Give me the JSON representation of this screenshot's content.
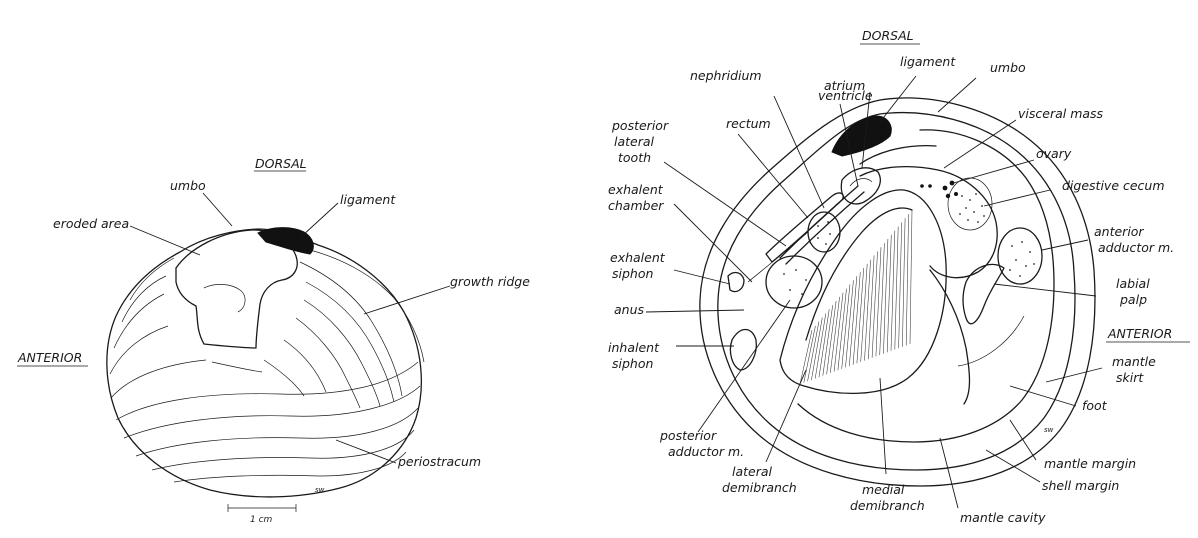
{
  "external_view": {
    "orientation_top": "DORSAL",
    "orientation_side": "ANTERIOR",
    "scale_label": "1 cm",
    "artist_mark": "sw",
    "labels": {
      "umbo": "umbo",
      "ligament": "ligament",
      "eroded_area": "eroded area",
      "growth_ridge": "growth ridge",
      "periostracum": "periostracum"
    }
  },
  "internal_view": {
    "orientation_top": "DORSAL",
    "orientation_side": "ANTERIOR",
    "artist_mark": "sw",
    "labels": {
      "nephridium": "nephridium",
      "atrium": "atrium",
      "ligament": "ligament",
      "umbo": "umbo",
      "ventricle": "ventricle",
      "rectum": "rectum",
      "visceral_mass": "visceral mass",
      "posterior_lateral_tooth_1": "posterior",
      "posterior_lateral_tooth_2": "lateral",
      "posterior_lateral_tooth_3": "tooth",
      "ovary": "ovary",
      "digestive_cecum": "digestive cecum",
      "exhalent_chamber_1": "exhalent",
      "exhalent_chamber_2": "chamber",
      "anterior_adductor_1": "anterior",
      "anterior_adductor_2": "adductor m.",
      "exhalent_siphon_1": "exhalent",
      "exhalent_siphon_2": "siphon",
      "labial_palp_1": "labial",
      "labial_palp_2": "palp",
      "anus": "anus",
      "inhalent_siphon_1": "inhalent",
      "inhalent_siphon_2": "siphon",
      "mantle_skirt_1": "mantle",
      "mantle_skirt_2": "skirt",
      "foot": "foot",
      "posterior_adductor_1": "posterior",
      "posterior_adductor_2": "adductor m.",
      "lateral_demibranch_1": "lateral",
      "lateral_demibranch_2": "demibranch",
      "medial_demibranch_1": "medial",
      "medial_demibranch_2": "demibranch",
      "mantle_margin": "mantle margin",
      "shell_margin": "shell margin",
      "mantle_cavity": "mantle cavity"
    }
  }
}
